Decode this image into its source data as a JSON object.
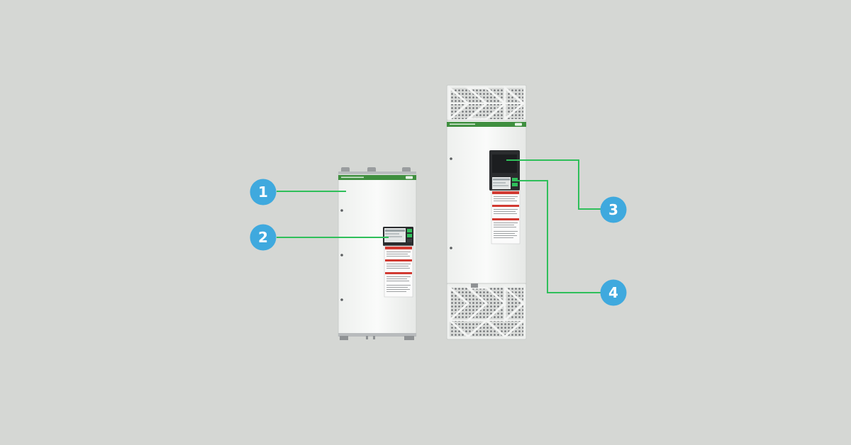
{
  "colors": {
    "background": "#d5d7d4",
    "callout_fill": "#3fa9de",
    "leader_line": "#2fbf5a",
    "brand_band": "#3f8f3f",
    "cabinet_white": "#f4f5f4",
    "display_dark": "#2a2c2e",
    "warning_red": "#d23a32"
  },
  "callouts": [
    {
      "number": "1"
    },
    {
      "number": "2"
    },
    {
      "number": "3"
    },
    {
      "number": "4"
    }
  ]
}
